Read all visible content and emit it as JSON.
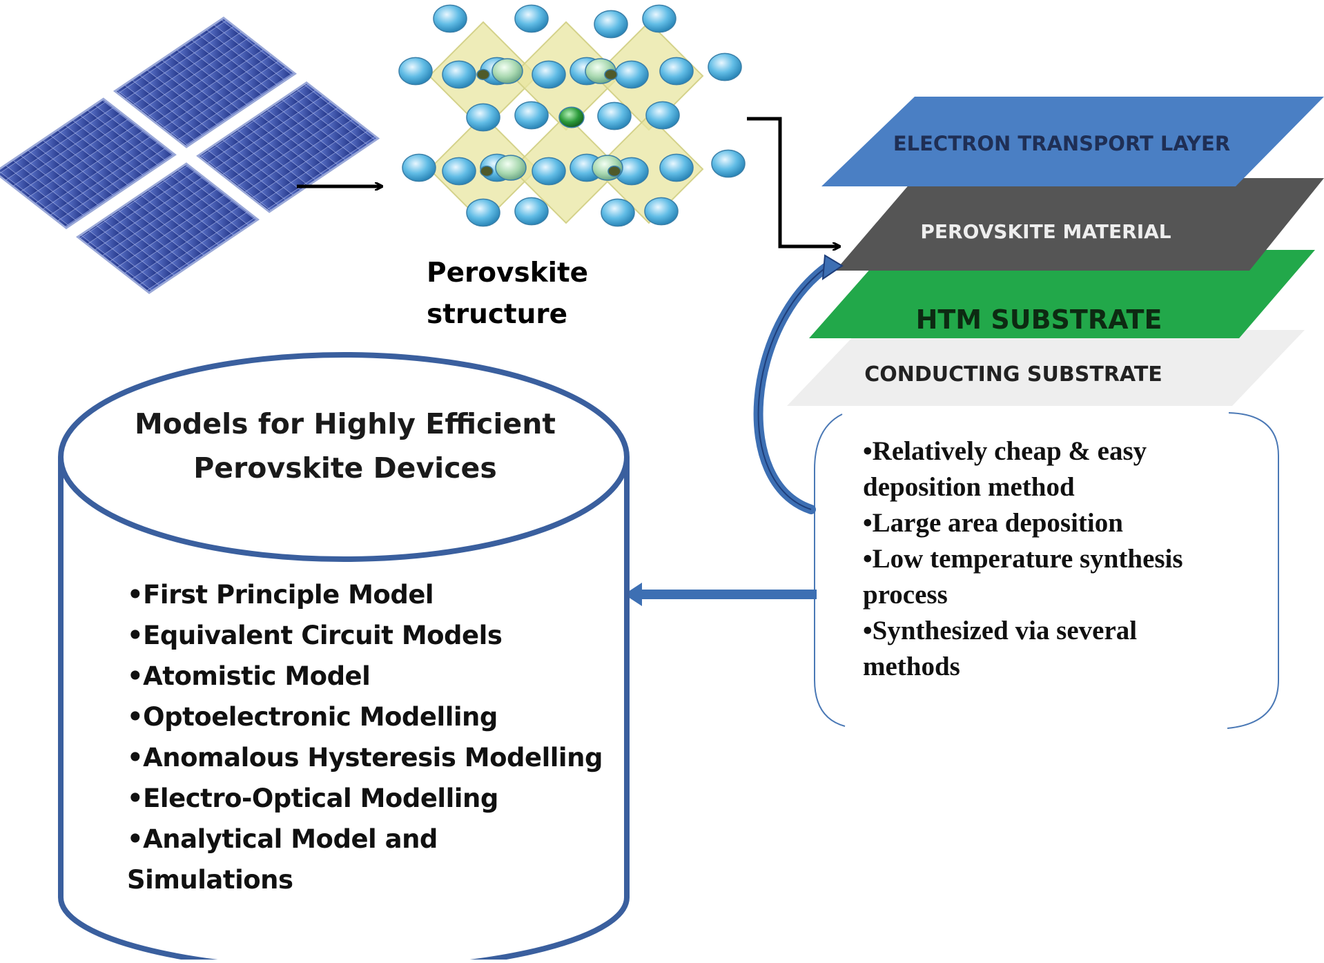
{
  "structure_caption": "Perovskite structure",
  "layers": [
    {
      "label": "ELECTRON TRANSPORT LAYER",
      "color": "#4a7fc4",
      "text_color": "#1f2f55"
    },
    {
      "label": "PEROVSKITE MATERIAL",
      "color": "#555555",
      "text_color": "#eeeeee"
    },
    {
      "label": "HTM  SUBSTRATE",
      "color": "#22a84a",
      "text_color": "#0d2a12"
    },
    {
      "label": "CONDUCTING SUBSTRATE",
      "color": "#eeeeee",
      "text_color": "#222222"
    }
  ],
  "features": [
    "•Relatively cheap & easy deposition method",
    "•Large area deposition",
    "•Low temperature synthesis process",
    "•Synthesized via several methods"
  ],
  "models_title": "Models for Highly Efficient Perovskite Devices",
  "models": [
    "•First Principle Model",
    "•Equivalent Circuit Models",
    "•Atomistic Model",
    "•Optoelectronic Modelling",
    "•Anomalous Hysteresis Modelling",
    "•Electro-Optical Modelling",
    "•Analytical Model and Simulations"
  ],
  "colors": {
    "cylinder_stroke": "#3a5f9e",
    "panel_blue": "#2f4da0",
    "atom_blue": "#5ab4e0",
    "atom_green": "#2a9a3a",
    "octahedra": "#e8e6a0",
    "features_border": "#4a78b5",
    "curved_arrow": "#3d6fb3"
  }
}
